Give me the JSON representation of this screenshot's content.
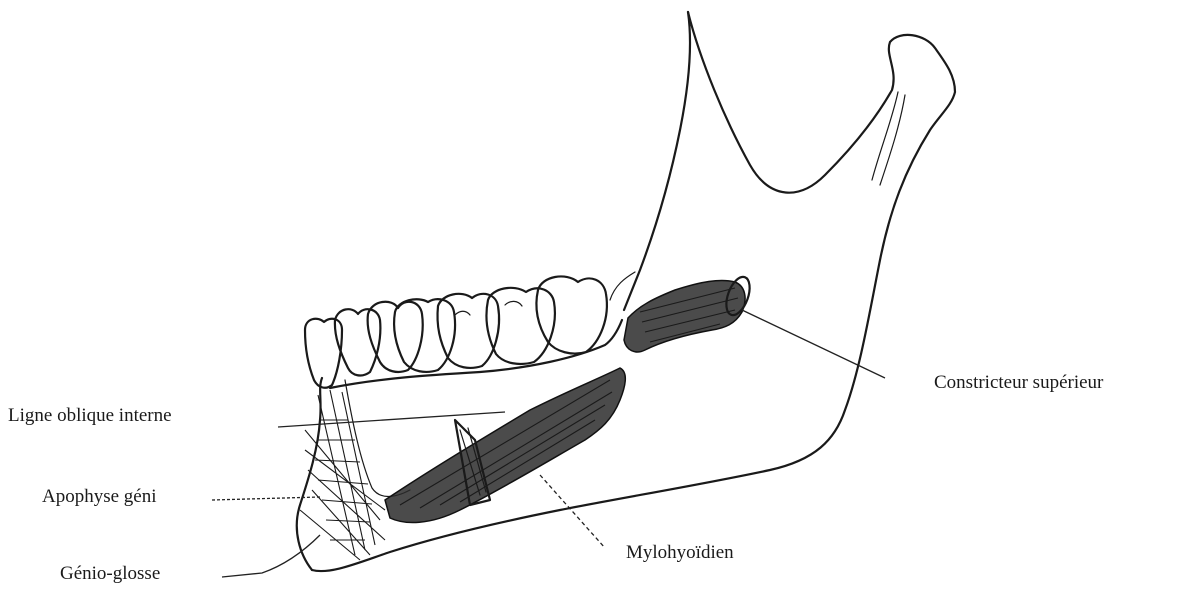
{
  "figure": {
    "labels": {
      "constricteur": "Constricteur supérieur",
      "ligne_oblique": "Ligne oblique interne",
      "apophyse": "Apophyse géni",
      "genio": "Génio-glosse",
      "mylohyoidien": "Mylohyoïdien"
    }
  }
}
